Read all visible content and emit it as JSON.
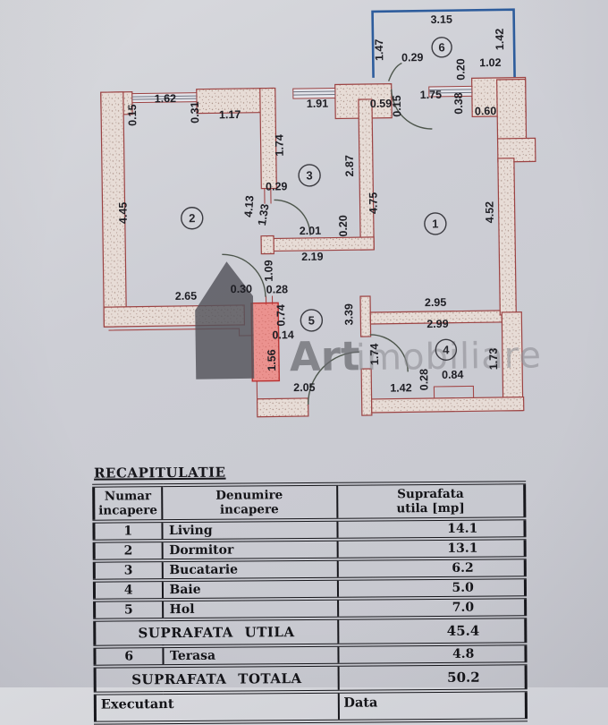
{
  "watermark": {
    "brand_bold": "Art",
    "brand_light": "imobiliare"
  },
  "plan": {
    "room_numbers": {
      "living": "1",
      "bedroom": "2",
      "kitchen": "3",
      "bath": "4",
      "hall": "5",
      "terrace": "6"
    },
    "dims": {
      "terrace_top": "3.15",
      "terrace_left": "1.47",
      "terrace_door": "0.29",
      "terrace_right": "1.42",
      "terrace_gap": "0.20",
      "terrace_end": "1.02",
      "entry_a": "0.59",
      "entry_b": "0.15",
      "living_window": "1.75",
      "living_wall": "0.38",
      "living_top": "0.60",
      "bed_wall_a": "0.15",
      "bed_window": "1.62",
      "bed_wall_b": "0.31",
      "bed_top": "1.17",
      "kitchen_window": "1.91",
      "bed_left": "4.45",
      "bed_bottom": "2.65",
      "bed_right": "4.13",
      "kitchen_left": "1.74",
      "kitchen_right": "2.87",
      "kitchen_niche": "0.29",
      "kitchen_door": "1.33",
      "kitchen_bottom_a": "2.01",
      "kitchen_wall": "0.20",
      "kitchen_bottom_b": "2.19",
      "kitchen_living": "4.75",
      "living_right": "4.52",
      "hall_door": "1.09",
      "hall_a": "0.30",
      "hall_b": "0.28",
      "shaft_a": "0.74",
      "shaft_b": "0.14",
      "shaft_c": "1.56",
      "hall_bottom": "2.05",
      "hall_right": "3.39",
      "bath_top_a": "2.95",
      "bath_top_b": "2.99",
      "bath_door": "1.74",
      "bath_niche": "0.84",
      "bath_niche_h": "0.28",
      "bath_bottom": "1.42",
      "bath_right": "1.73"
    }
  },
  "table": {
    "title": "RECAPITULATIE",
    "headers": [
      {
        "l1": "Numar",
        "l2": "incapere"
      },
      {
        "l1": "Denumire",
        "l2": "incapere"
      },
      {
        "l1": "Suprafata",
        "l2": "utila  [mp]"
      }
    ],
    "rows": [
      [
        "1",
        "Living",
        "14.1"
      ],
      [
        "2",
        "Dormitor",
        "13.1"
      ],
      [
        "3",
        "Bucatarie",
        "6.2"
      ],
      [
        "4",
        "Baie",
        "5.0"
      ],
      [
        "5",
        "Hol",
        "7.0"
      ]
    ],
    "utila": {
      "label": "SUPRAFATA  UTILA",
      "value": "45.4"
    },
    "terasa_row": [
      "6",
      "Terasa",
      "4.8"
    ],
    "totala": {
      "label": "SUPRAFATA  TOTALA",
      "value": "50.2"
    },
    "footer": {
      "left": "Executant",
      "right": "Data"
    }
  }
}
